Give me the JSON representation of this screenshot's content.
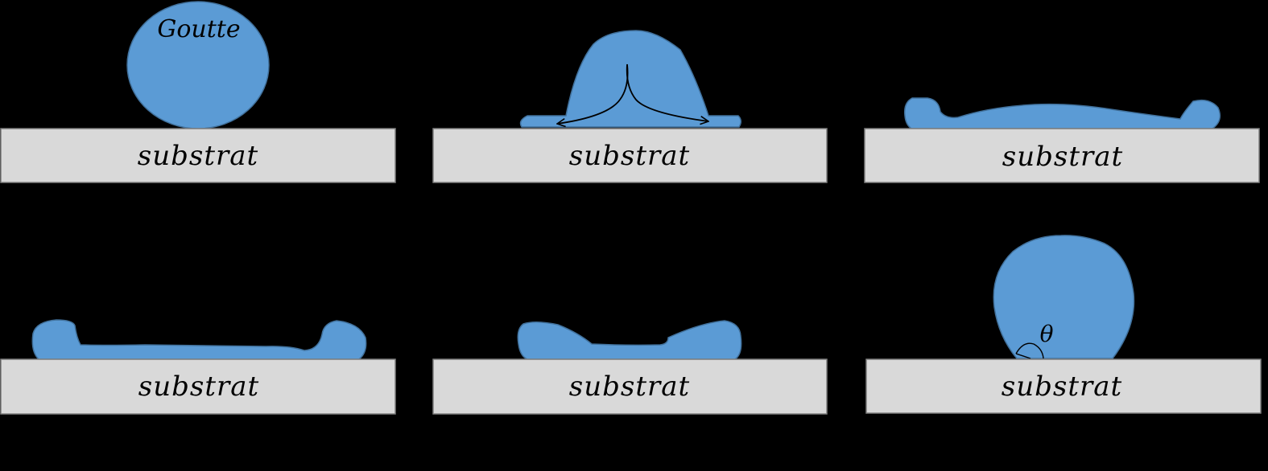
{
  "diagram": {
    "drop_label": "Goutte",
    "angle_label": "θ",
    "colors": {
      "background": "#000000",
      "droplet_fill": "#5b9bd5",
      "droplet_stroke": "#41719c",
      "substrate_fill": "#d9d9d9",
      "substrate_stroke": "#7f7f7f"
    },
    "panels": [
      {
        "substrate_label": "substrat"
      },
      {
        "substrate_label": "substrat"
      },
      {
        "substrate_label": "substrat"
      },
      {
        "substrate_label": "substrat"
      },
      {
        "substrate_label": "substrat"
      },
      {
        "substrate_label": "substrat"
      }
    ]
  }
}
